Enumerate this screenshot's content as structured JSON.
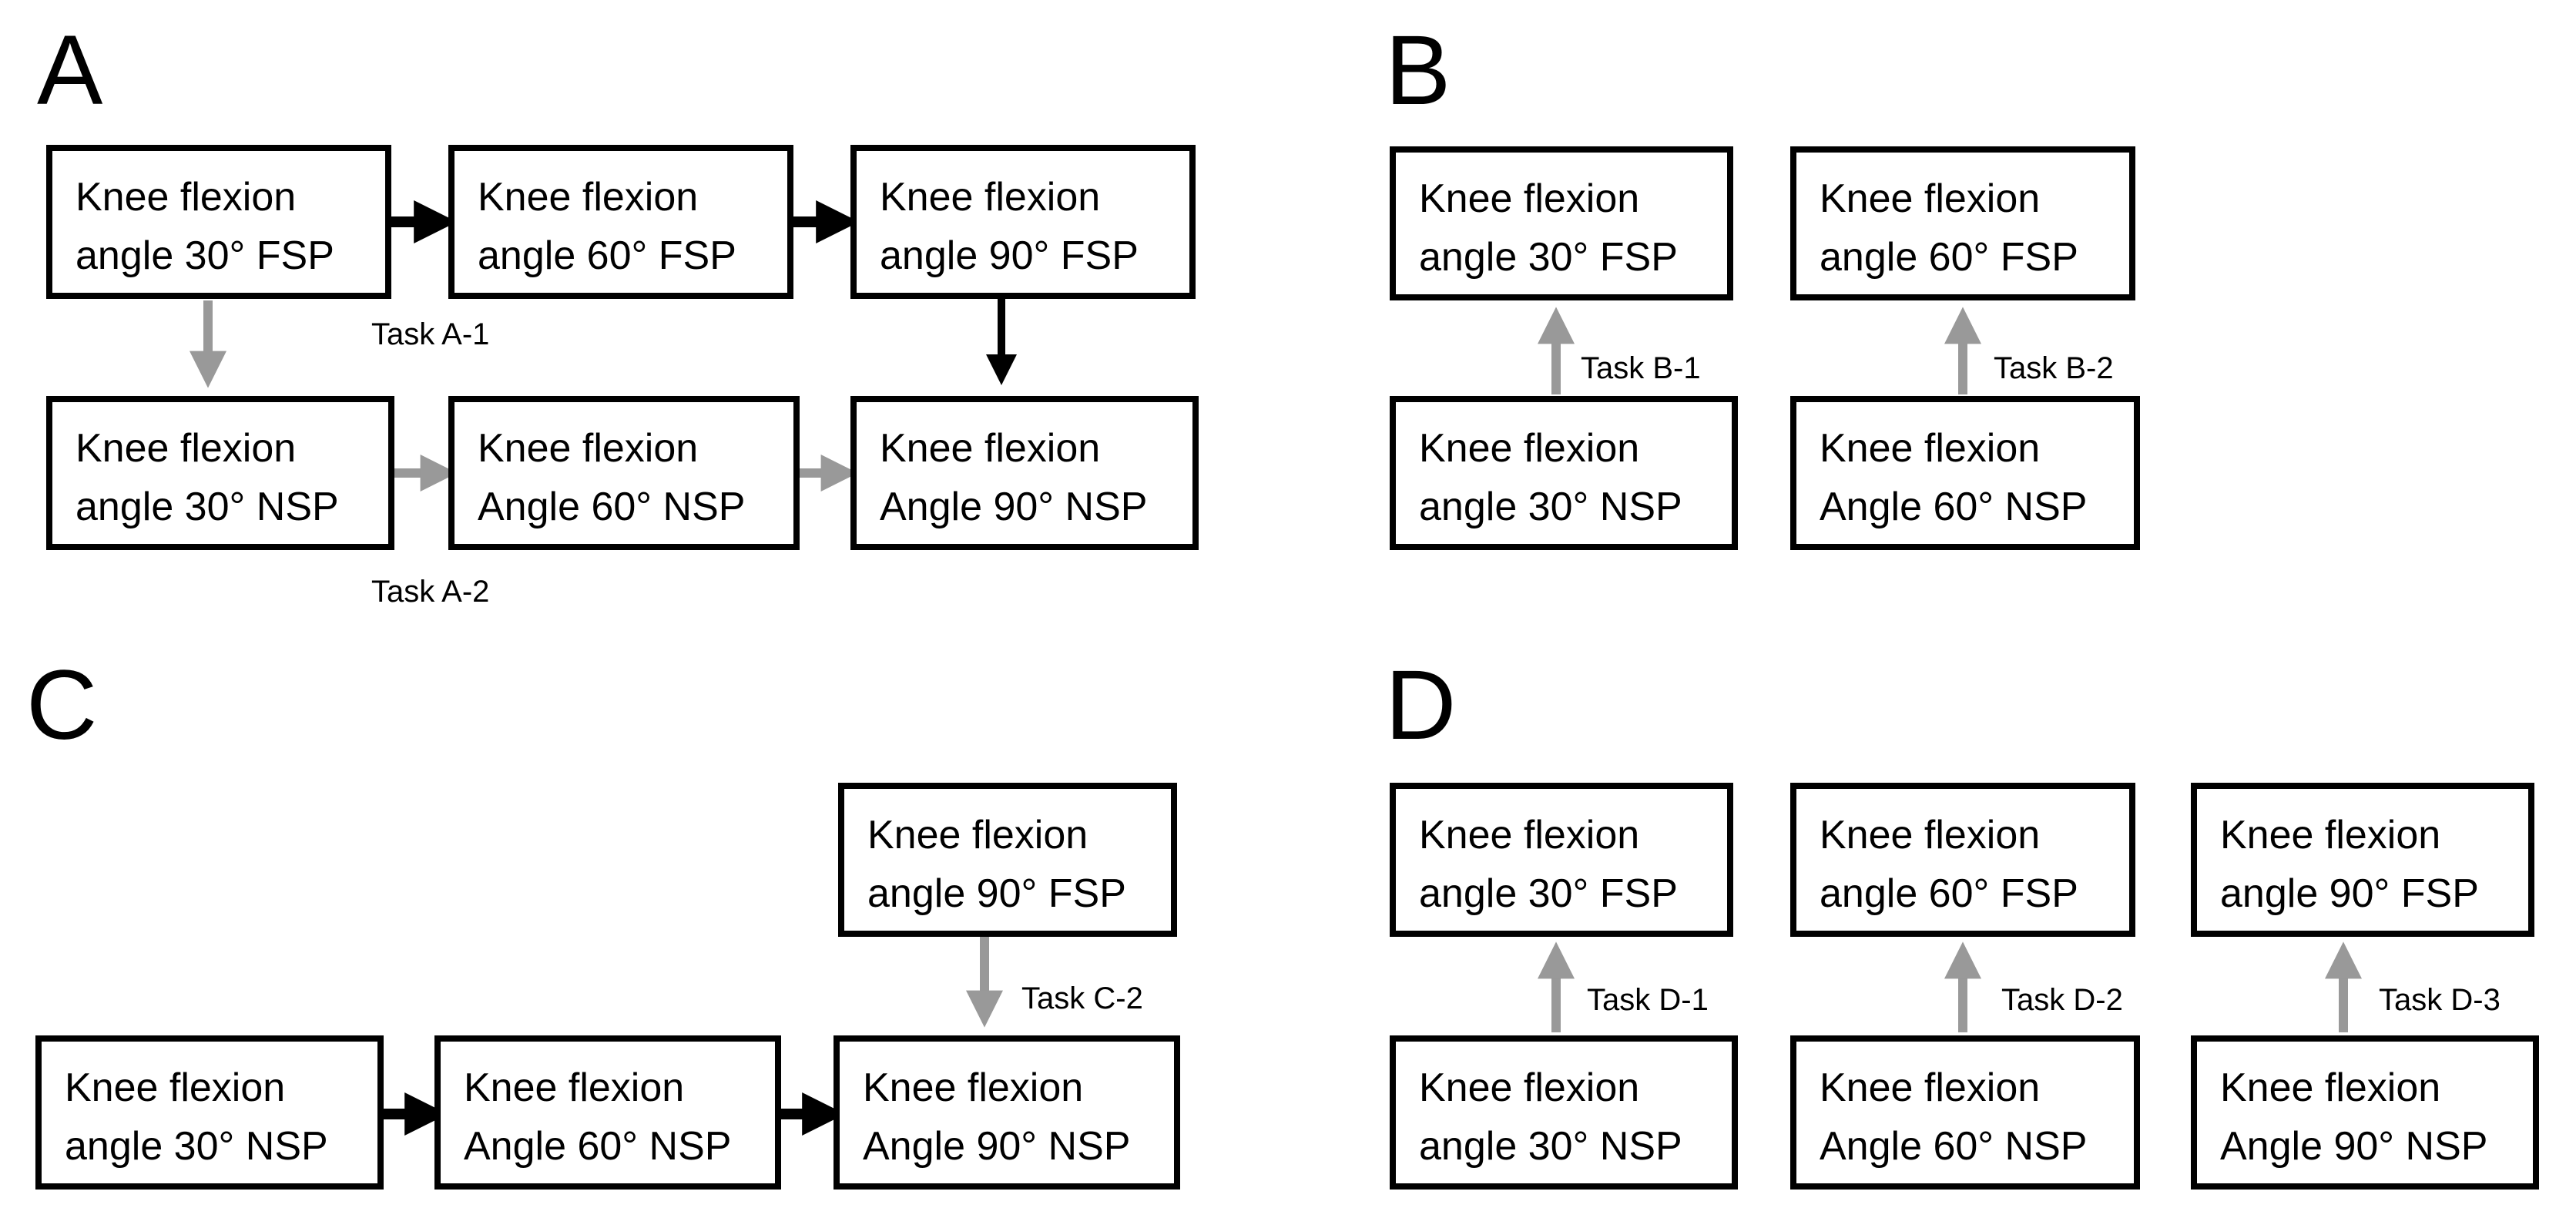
{
  "panels": {
    "A": {
      "letter": "A",
      "boxes": [
        {
          "line1": "Knee flexion",
          "line2": "angle 30° FSP"
        },
        {
          "line1": "Knee flexion",
          "line2": "angle 60° FSP"
        },
        {
          "line1": "Knee flexion",
          "line2": "angle 90° FSP"
        },
        {
          "line1": "Knee flexion",
          "line2": "angle 30° NSP"
        },
        {
          "line1": "Knee flexion",
          "line2": "Angle 60° NSP"
        },
        {
          "line1": "Knee flexion",
          "line2": "Angle 90° NSP"
        }
      ],
      "tasks": [
        "Task A-1",
        "Task A-2"
      ]
    },
    "B": {
      "letter": "B",
      "boxes": [
        {
          "line1": "Knee flexion",
          "line2": "angle 30° FSP"
        },
        {
          "line1": "Knee flexion",
          "line2": "angle 60° FSP"
        },
        {
          "line1": "Knee flexion",
          "line2": "angle 30° NSP"
        },
        {
          "line1": "Knee flexion",
          "line2": "Angle 60° NSP"
        }
      ],
      "tasks": [
        "Task B-1",
        "Task B-2"
      ]
    },
    "C": {
      "letter": "C",
      "boxes": [
        {
          "line1": "Knee flexion",
          "line2": "angle 90° FSP"
        },
        {
          "line1": "Knee flexion",
          "line2": "angle 30° NSP"
        },
        {
          "line1": "Knee flexion",
          "line2": "Angle 60° NSP"
        },
        {
          "line1": "Knee flexion",
          "line2": "Angle 90° NSP"
        }
      ],
      "tasks": [
        "Task C-2"
      ]
    },
    "D": {
      "letter": "D",
      "boxes": [
        {
          "line1": "Knee flexion",
          "line2": "angle 30° FSP"
        },
        {
          "line1": "Knee flexion",
          "line2": "angle 60° FSP"
        },
        {
          "line1": "Knee flexion",
          "line2": "angle 90° FSP"
        },
        {
          "line1": "Knee flexion",
          "line2": "angle 30° NSP"
        },
        {
          "line1": "Knee flexion",
          "line2": "Angle 60° NSP"
        },
        {
          "line1": "Knee flexion",
          "line2": "Angle 90° NSP"
        }
      ],
      "tasks": [
        "Task D-1",
        "Task D-2",
        "Task D-3"
      ]
    }
  },
  "colors": {
    "black_arrow": "#000000",
    "gray_arrow": "#999999",
    "box_border": "#000000"
  }
}
